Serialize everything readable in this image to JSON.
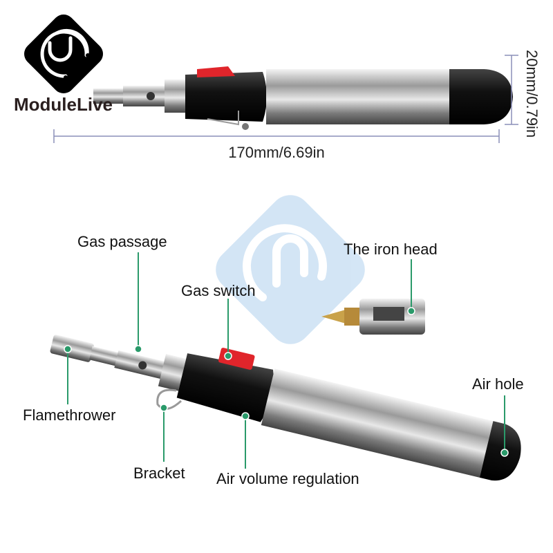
{
  "brand": {
    "name": "ModuleLive",
    "logo_color": "#000000",
    "watermark_color": "#cfe3f5"
  },
  "dimensions": {
    "length": "170mm/6.69in",
    "diameter": "20mm/0.79in"
  },
  "labels": {
    "gas_passage": "Gas passage",
    "iron_head": "The iron head",
    "gas_switch": "Gas switch",
    "flamethrower": "Flamethrower",
    "bracket": "Bracket",
    "air_volume": "Air volume regulation",
    "air_hole": "Air hole"
  },
  "colors": {
    "leader": "#2a9a6a",
    "switch": "#e0252b",
    "body": "#b8b8b8"
  }
}
